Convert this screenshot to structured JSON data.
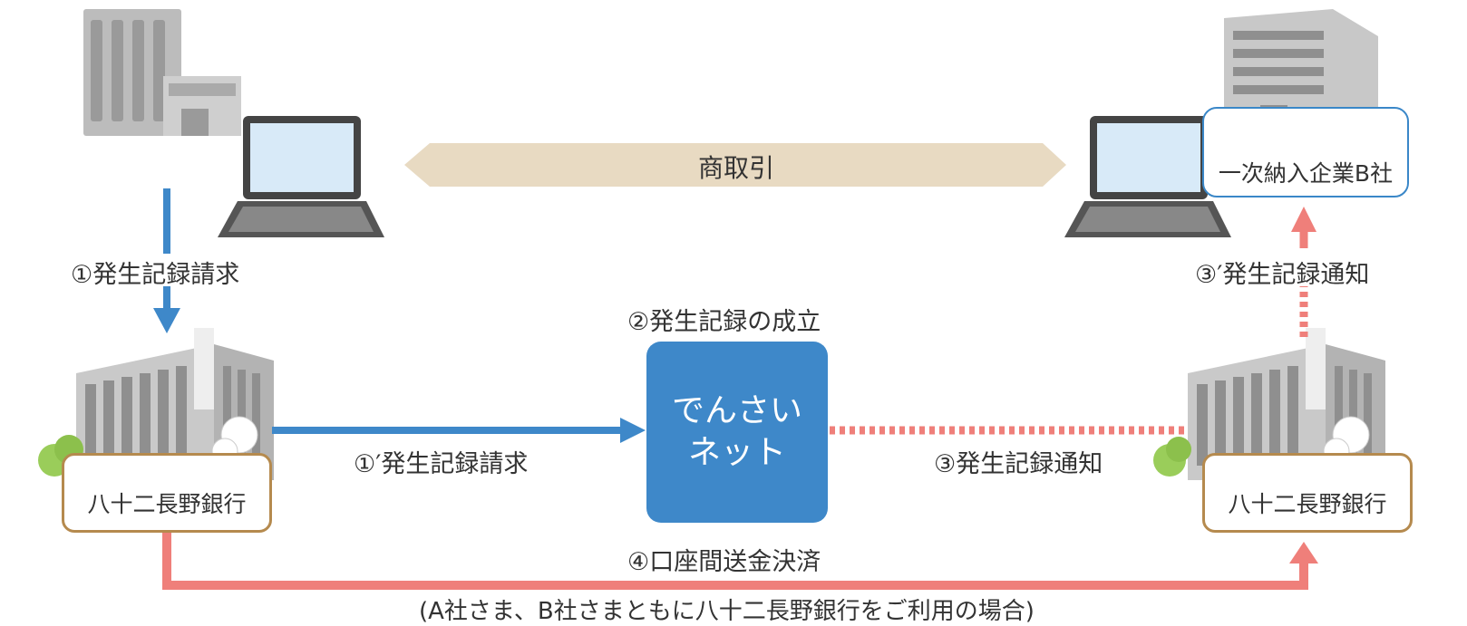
{
  "trade_label": "商取引",
  "company_b_label": "一次納入企業B社",
  "bank_left_label": "八十二長野銀行",
  "bank_right_label": "八十二長野銀行",
  "densai_line1": "でんさい",
  "densai_line2": "ネット",
  "step1_label": "①発生記録請求",
  "step1b_label": "①′発生記録請求",
  "step2_label": "②発生記録の成立",
  "step3_label": "③発生記録通知",
  "step3b_label": "③′発生記録通知",
  "step4_label": "④口座間送金決済",
  "footnote": "(A社さま、B社さまともに八十二長野銀行をご利用の場合)",
  "colors": {
    "blue_arrow": "#3e88c9",
    "red_arrow": "#ef7f7a",
    "trade_arrow": "#e8dac2",
    "bank_border": "#b58a4e"
  }
}
